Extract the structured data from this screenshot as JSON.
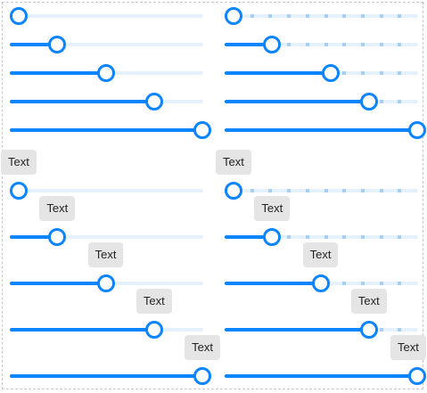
{
  "colors": {
    "accent": "#0a84ff",
    "track": "#e4f1fd",
    "tick": "#a6cff3",
    "tooltip_bg": "#e5e5e5"
  },
  "plain_sliders": [
    {
      "value": 0
    },
    {
      "value": 0.2
    },
    {
      "value": 0.45
    },
    {
      "value": 0.7
    },
    {
      "value": 0.95
    }
  ],
  "stepped_sliders": [
    {
      "value": 0,
      "steps": 10
    },
    {
      "value": 0.2,
      "steps": 10
    },
    {
      "value": 0.5,
      "steps": 10
    },
    {
      "value": 0.7,
      "steps": 10
    },
    {
      "value": 0.95,
      "steps": 10
    }
  ],
  "tooltip_sliders": [
    {
      "value": 0,
      "tooltip": "Text"
    },
    {
      "value": 0.2,
      "tooltip": "Text"
    },
    {
      "value": 0.45,
      "tooltip": "Text"
    },
    {
      "value": 0.7,
      "tooltip": "Text"
    },
    {
      "value": 0.95,
      "tooltip": "Text"
    }
  ],
  "tooltip_stepped_sliders": [
    {
      "value": 0,
      "steps": 10,
      "tooltip": "Text"
    },
    {
      "value": 0.2,
      "steps": 10,
      "tooltip": "Text"
    },
    {
      "value": 0.45,
      "steps": 10,
      "tooltip": "Text"
    },
    {
      "value": 0.7,
      "steps": 10,
      "tooltip": "Text"
    },
    {
      "value": 0.95,
      "steps": 10,
      "tooltip": "Text"
    }
  ]
}
